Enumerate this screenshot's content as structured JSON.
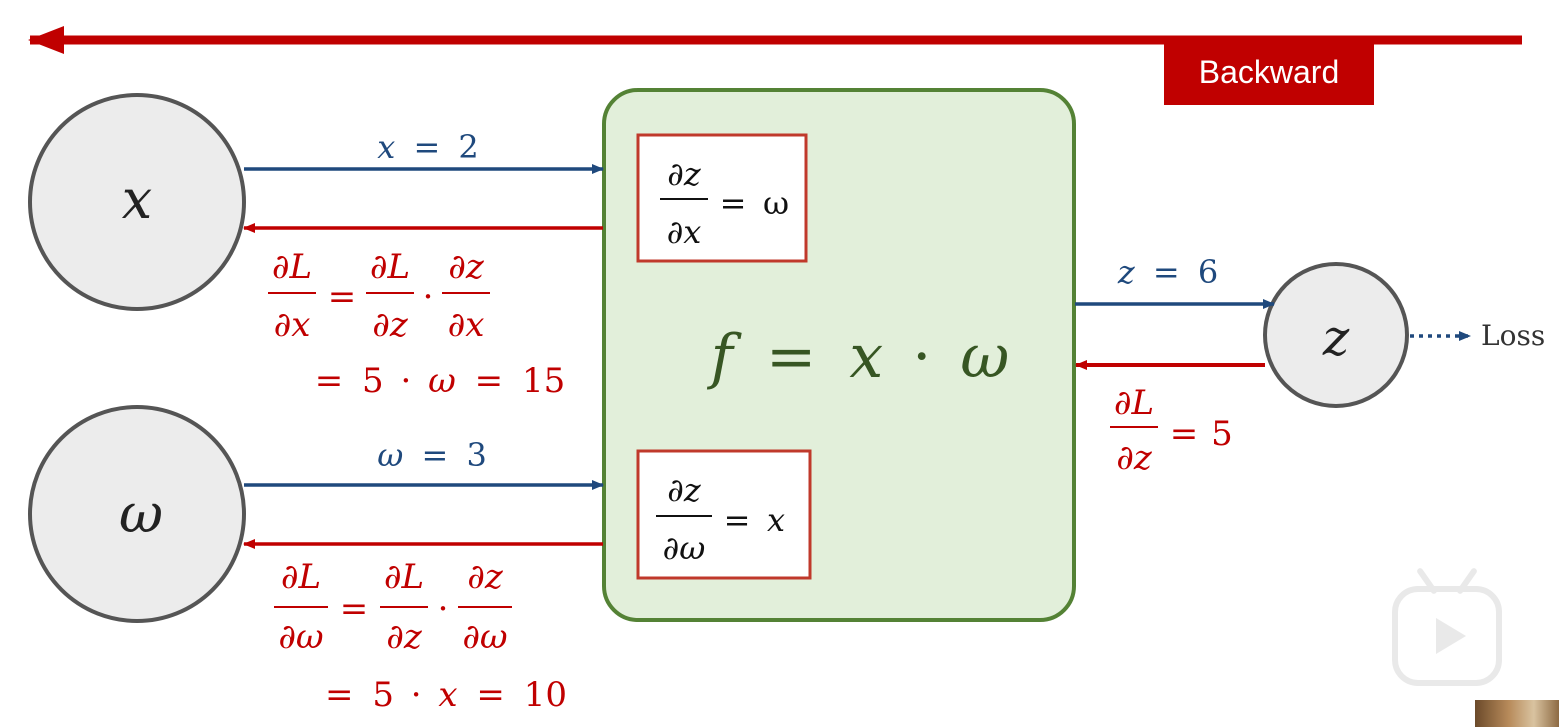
{
  "badge": {
    "label": "Backward"
  },
  "nodes": {
    "x": "x",
    "w": "ω",
    "z": "z"
  },
  "function": {
    "f": "f",
    "eq": "=",
    "x": "x",
    "dot": "·",
    "w": "ω"
  },
  "forward": {
    "x_value": {
      "var": "x",
      "eq": "=",
      "num": "2"
    },
    "w_value": {
      "var": "ω",
      "eq": "=",
      "num": "3"
    },
    "z_value": {
      "var": "z",
      "eq": "=",
      "num": "6"
    }
  },
  "local_grad_x": {
    "num": "∂z",
    "den": "∂x",
    "eq": "=",
    "rhs": "ω"
  },
  "local_grad_w": {
    "num": "∂z",
    "den": "∂ω",
    "eq": "=",
    "rhs": "x"
  },
  "upstream": {
    "num": "∂L",
    "den": "∂z",
    "eq": "=",
    "value": "5"
  },
  "grad_x": {
    "lhs_num": "∂L",
    "lhs_den": "∂x",
    "eq": "=",
    "a_num": "∂L",
    "a_den": "∂z",
    "dot": "·",
    "b_num": "∂z",
    "b_den": "∂x",
    "line2": {
      "eq1": "=",
      "five": "5",
      "dot": "·",
      "var": "ω",
      "eq2": "=",
      "result": "15"
    }
  },
  "grad_w": {
    "lhs_num": "∂L",
    "lhs_den": "∂ω",
    "eq": "=",
    "a_num": "∂L",
    "a_den": "∂z",
    "dot": "·",
    "b_num": "∂z",
    "b_den": "∂ω",
    "line2": {
      "eq1": "=",
      "five": "5",
      "dot": "·",
      "var": "x",
      "eq2": "=",
      "result": "10"
    }
  },
  "loss": {
    "label": "Loss"
  },
  "colors": {
    "backward_red": "#c00000",
    "forward_blue": "#1f497d",
    "node_fill": "#ececec",
    "node_stroke": "#555555",
    "box_fill": "#e2efda",
    "box_stroke": "#548235",
    "box_text": "#375623",
    "local_box_stroke": "#c0392b"
  },
  "overlay": {
    "icon": "play-icon"
  }
}
